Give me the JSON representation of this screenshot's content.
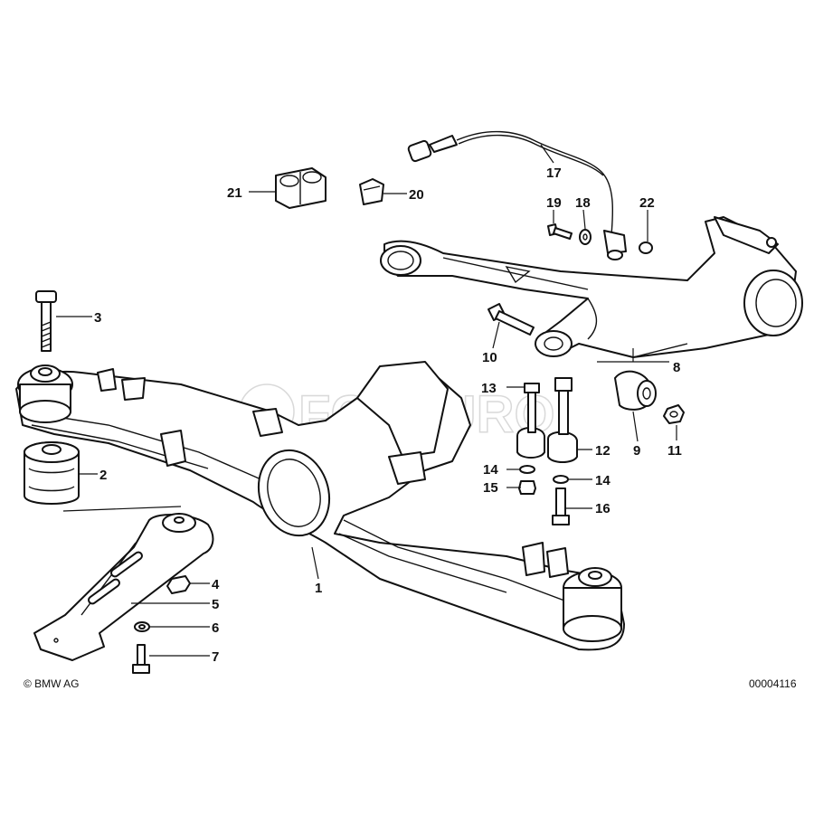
{
  "diagram": {
    "copyright": "© BMW AG",
    "drawing_number": "00004116",
    "watermark": "FCPEURO",
    "callouts": [
      {
        "id": "c1",
        "label": "1",
        "part": "rear axle carrier"
      },
      {
        "id": "c2",
        "label": "2",
        "part": "rubber mount"
      },
      {
        "id": "c3",
        "label": "3",
        "part": "bolt"
      },
      {
        "id": "c4",
        "label": "4",
        "part": "nut"
      },
      {
        "id": "c5",
        "label": "5",
        "part": "support bracket"
      },
      {
        "id": "c6",
        "label": "6",
        "part": "washer"
      },
      {
        "id": "c7",
        "label": "7",
        "part": "bolt"
      },
      {
        "id": "c8",
        "label": "8",
        "part": "trailing arm"
      },
      {
        "id": "c9",
        "label": "9",
        "part": "rubber mounting"
      },
      {
        "id": "c10",
        "label": "10",
        "part": "bolt"
      },
      {
        "id": "c11",
        "label": "11",
        "part": "nut"
      },
      {
        "id": "c12",
        "label": "12",
        "part": "stabilizer link"
      },
      {
        "id": "c13",
        "label": "13",
        "part": "bolt"
      },
      {
        "id": "c14a",
        "label": "14",
        "part": "washer"
      },
      {
        "id": "c14b",
        "label": "14",
        "part": "washer"
      },
      {
        "id": "c15",
        "label": "15",
        "part": "nut"
      },
      {
        "id": "c16",
        "label": "16",
        "part": "bolt"
      },
      {
        "id": "c17",
        "label": "17",
        "part": "pulse generator"
      },
      {
        "id": "c18",
        "label": "18",
        "part": "grommet"
      },
      {
        "id": "c19",
        "label": "19",
        "part": "screw"
      },
      {
        "id": "c20",
        "label": "20",
        "part": "cable clip"
      },
      {
        "id": "c21",
        "label": "21",
        "part": "cable holder"
      },
      {
        "id": "c22",
        "label": "22",
        "part": "o-ring"
      }
    ]
  }
}
